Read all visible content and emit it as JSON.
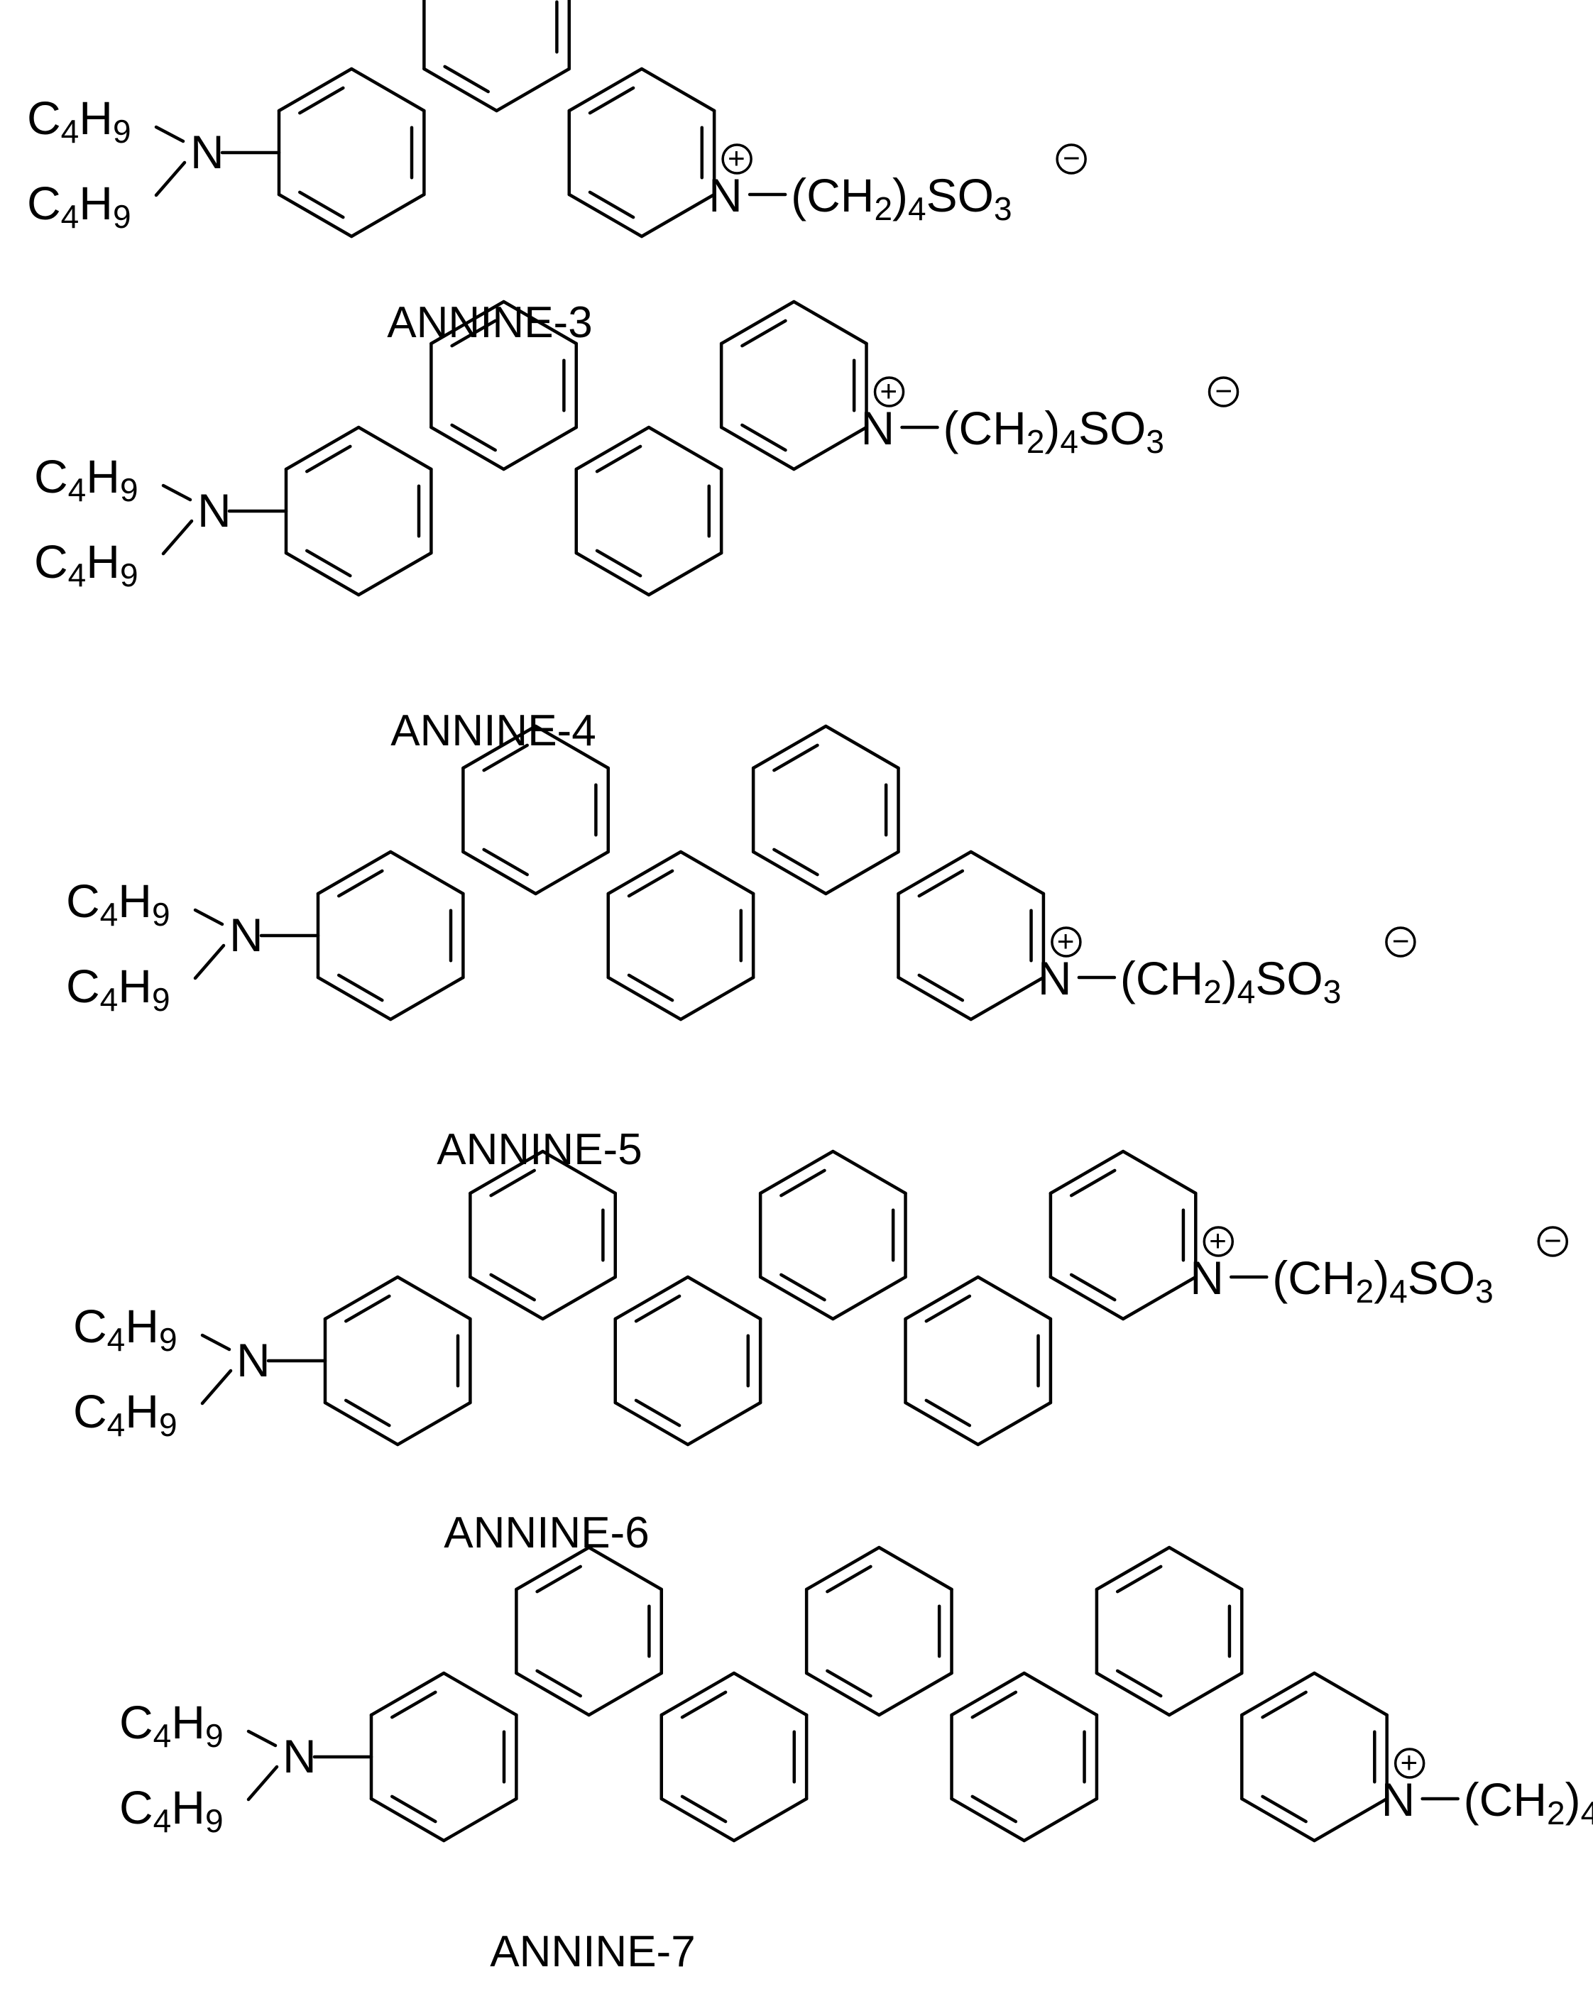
{
  "compounds": [
    {
      "name": "ANNINE-3",
      "rings": 3
    },
    {
      "name": "ANNINE-4",
      "rings": 4
    },
    {
      "name": "ANNINE-5",
      "rings": 5
    },
    {
      "name": "ANNINE-6",
      "rings": 6
    },
    {
      "name": "ANNINE-7",
      "rings": 7
    }
  ],
  "labels": {
    "amine_N": "N",
    "ring_N": "N",
    "butyl_C": "C",
    "butyl_c_sub": "4",
    "butyl_H": "H",
    "butyl_h_sub": "9",
    "chain_open": "(CH",
    "chain_sub_2": "2",
    "chain_close": ")",
    "chain_sub_4": "4",
    "sulfonate": "SO",
    "sulfonate_sub": "3",
    "plus": "+",
    "minus": "−"
  },
  "colors": {
    "ink": "#000000",
    "background": "#ffffff"
  }
}
